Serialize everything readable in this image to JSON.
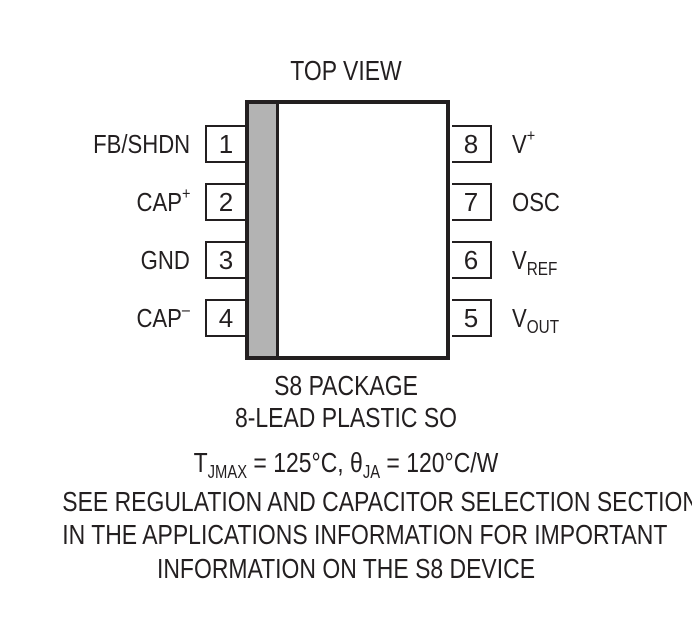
{
  "title": "TOP VIEW",
  "pins_left": [
    {
      "number": "1",
      "label": "FB/SHDN",
      "sup": "",
      "sub": ""
    },
    {
      "number": "2",
      "label": "CAP",
      "sup": "+",
      "sub": ""
    },
    {
      "number": "3",
      "label": "GND",
      "sup": "",
      "sub": ""
    },
    {
      "number": "4",
      "label": "CAP",
      "sup": "–",
      "sub": ""
    }
  ],
  "pins_right": [
    {
      "number": "8",
      "label": "V",
      "sup": "+",
      "sub": ""
    },
    {
      "number": "7",
      "label": "OSC",
      "sup": "",
      "sub": ""
    },
    {
      "number": "6",
      "label": "V",
      "sup": "",
      "sub": "REF"
    },
    {
      "number": "5",
      "label": "V",
      "sup": "",
      "sub": "OUT"
    }
  ],
  "package_line1": "S8 PACKAGE",
  "package_line2": "8-LEAD PLASTIC SO",
  "thermal": {
    "t": "T",
    "t_sub": "JMAX",
    "t_value": " = 125°C, ",
    "theta": "θ",
    "theta_sub": "JA",
    "theta_value": " = 120°C/W"
  },
  "note_lines": [
    "SEE REGULATION AND CAPACITOR SELECTION SECTIONS",
    "IN THE APPLICATIONS INFORMATION FOR IMPORTANT",
    "INFORMATION ON THE S8 DEVICE"
  ],
  "colors": {
    "ink": "#231f20",
    "pin1_stripe": "#b3b3b3"
  }
}
